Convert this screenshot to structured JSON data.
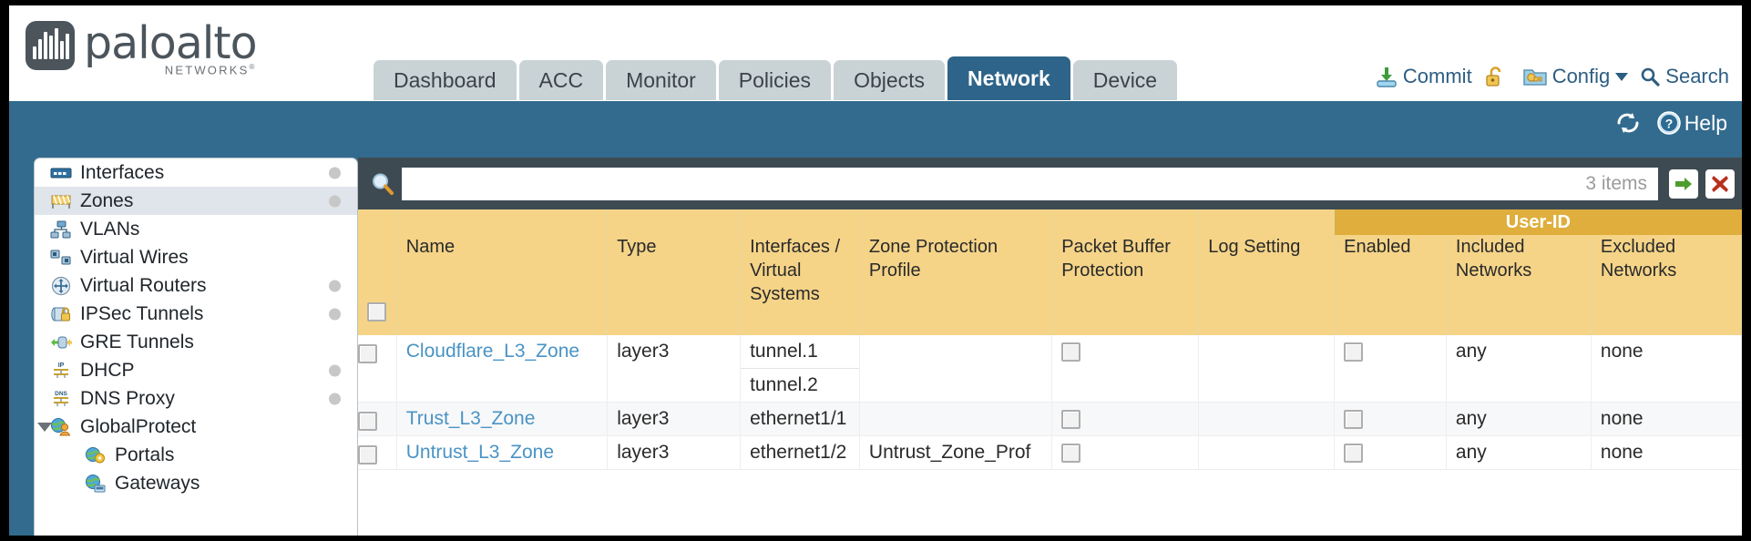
{
  "brand": {
    "name": "paloalto",
    "tagline": "NETWORKS",
    "registered": "®"
  },
  "header": {
    "tabs": [
      {
        "label": "Dashboard",
        "name": "tab-dashboard",
        "active": false
      },
      {
        "label": "ACC",
        "name": "tab-acc",
        "active": false
      },
      {
        "label": "Monitor",
        "name": "tab-monitor",
        "active": false
      },
      {
        "label": "Policies",
        "name": "tab-policies",
        "active": false
      },
      {
        "label": "Objects",
        "name": "tab-objects",
        "active": false
      },
      {
        "label": "Network",
        "name": "tab-network",
        "active": true
      },
      {
        "label": "Device",
        "name": "tab-device",
        "active": false
      }
    ],
    "actions": {
      "commit": "Commit",
      "commit_icon": "commit-icon",
      "lock_icon": "unlock-icon",
      "config": "Config",
      "config_icon": "config-key-icon",
      "config_caret": "chevron-down-icon",
      "search": "Search",
      "search_icon": "search-icon"
    },
    "accent_color": "#2e6489",
    "tab_inactive_color": "#c9d3d6",
    "link_color": "#2c5d82"
  },
  "band": {
    "refresh_icon": "refresh-icon",
    "help_label": "Help",
    "help_icon": "help-question-icon",
    "background": "#336b8e"
  },
  "sidebar": {
    "items": [
      {
        "label": "Interfaces",
        "icon": "interfaces-icon",
        "dot": true,
        "indent": false,
        "selected": false,
        "expander": false
      },
      {
        "label": "Zones",
        "icon": "zones-icon",
        "dot": true,
        "indent": false,
        "selected": true,
        "expander": false
      },
      {
        "label": "VLANs",
        "icon": "vlans-icon",
        "dot": false,
        "indent": false,
        "selected": false,
        "expander": false
      },
      {
        "label": "Virtual Wires",
        "icon": "virtual-wires-icon",
        "dot": false,
        "indent": false,
        "selected": false,
        "expander": false
      },
      {
        "label": "Virtual Routers",
        "icon": "virtual-routers-icon",
        "dot": true,
        "indent": false,
        "selected": false,
        "expander": false
      },
      {
        "label": "IPSec Tunnels",
        "icon": "ipsec-tunnels-icon",
        "dot": true,
        "indent": false,
        "selected": false,
        "expander": false
      },
      {
        "label": "GRE Tunnels",
        "icon": "gre-tunnels-icon",
        "dot": false,
        "indent": false,
        "selected": false,
        "expander": false
      },
      {
        "label": "DHCP",
        "icon": "dhcp-icon",
        "dot": true,
        "indent": false,
        "selected": false,
        "expander": false
      },
      {
        "label": "DNS Proxy",
        "icon": "dns-proxy-icon",
        "dot": true,
        "indent": false,
        "selected": false,
        "expander": false
      },
      {
        "label": "GlobalProtect",
        "icon": "globalprotect-icon",
        "dot": false,
        "indent": false,
        "selected": false,
        "expander": true
      },
      {
        "label": "Portals",
        "icon": "portals-icon",
        "dot": false,
        "indent": true,
        "selected": false,
        "expander": false
      },
      {
        "label": "Gateways",
        "icon": "gateways-icon",
        "dot": false,
        "indent": true,
        "selected": false,
        "expander": false
      }
    ]
  },
  "filterbar": {
    "search_icon": "search-magnifier-icon",
    "query": "",
    "placeholder": "",
    "items_count": "3 items",
    "apply_icon": "apply-filter-arrow-icon",
    "clear_icon": "clear-filter-x-icon"
  },
  "table": {
    "group_header": "User-ID",
    "columns": [
      "Name",
      "Type",
      "Interfaces / Virtual Systems",
      "Zone Protection Profile",
      "Packet Buffer Protection",
      "Log Setting",
      "Enabled",
      "Included Networks",
      "Excluded Networks"
    ],
    "header_bg": "#f5d488",
    "group_bg": "#dfae3c",
    "link_color": "#4a93c4",
    "select_all_checkbox": "unchecked",
    "rows": [
      {
        "selected": false,
        "name": "Cloudflare_L3_Zone",
        "type": "layer3",
        "interfaces": [
          "tunnel.1",
          "tunnel.2"
        ],
        "zone_protection_profile": "",
        "packet_buffer_protection": "unchecked",
        "log_setting": "",
        "userid_enabled": "unchecked",
        "included_networks": "any",
        "excluded_networks": "none"
      },
      {
        "selected": false,
        "name": "Trust_L3_Zone",
        "type": "layer3",
        "interfaces": [
          "ethernet1/1"
        ],
        "zone_protection_profile": "",
        "packet_buffer_protection": "unchecked",
        "log_setting": "",
        "userid_enabled": "unchecked",
        "included_networks": "any",
        "excluded_networks": "none"
      },
      {
        "selected": false,
        "name": "Untrust_L3_Zone",
        "type": "layer3",
        "interfaces": [
          "ethernet1/2"
        ],
        "zone_protection_profile": "Untrust_Zone_Prof",
        "packet_buffer_protection": "unchecked",
        "log_setting": "",
        "userid_enabled": "unchecked",
        "included_networks": "any",
        "excluded_networks": "none"
      }
    ]
  }
}
